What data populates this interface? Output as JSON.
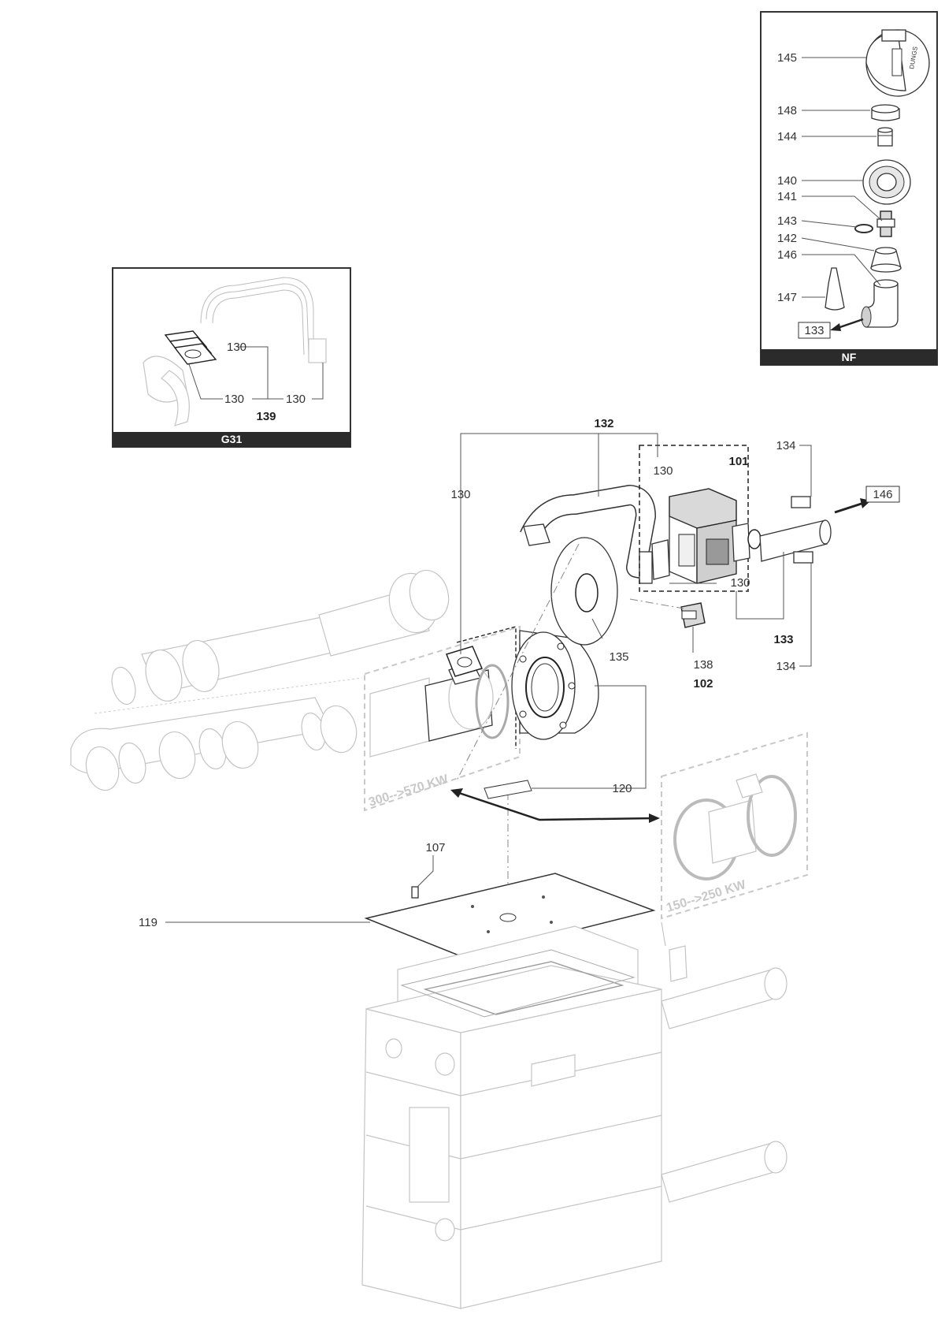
{
  "insets": {
    "nf": {
      "title": "NF",
      "callouts": [
        {
          "id": "145",
          "label": "145"
        },
        {
          "id": "148",
          "label": "148"
        },
        {
          "id": "144",
          "label": "144"
        },
        {
          "id": "140",
          "label": "140"
        },
        {
          "id": "141",
          "label": "141"
        },
        {
          "id": "143",
          "label": "143"
        },
        {
          "id": "142",
          "label": "142"
        },
        {
          "id": "146",
          "label": "146"
        },
        {
          "id": "147",
          "label": "147"
        }
      ],
      "ref_box": "133"
    },
    "g31": {
      "title": "G31",
      "callouts": [
        {
          "id": "130a",
          "label": "130"
        },
        {
          "id": "130b",
          "label": "130"
        },
        {
          "id": "130c",
          "label": "130"
        }
      ],
      "group_label": "139"
    }
  },
  "callouts": {
    "c132": "132",
    "c101": "101",
    "c130_top": "130",
    "c130_left": "130",
    "c130_valve": "130",
    "c134_top": "134",
    "c134_bottom": "134",
    "c133": "133",
    "c135": "135",
    "c138": "138",
    "c102": "102",
    "c120": "120",
    "c107": "107",
    "c119": "119",
    "ref146": "146"
  },
  "ranges": {
    "large": "300-->570 KW",
    "small": "150-->250 KW"
  },
  "colors": {
    "bar": "#2b2b2b",
    "faint_lines": "#c4c4c4",
    "dash_box": "#c8c8c8"
  }
}
